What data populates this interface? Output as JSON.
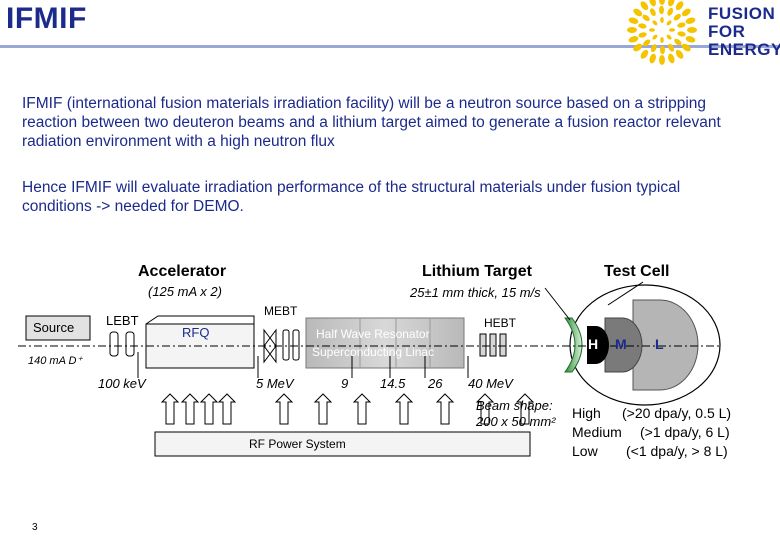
{
  "slide": {
    "title": "IFMIF",
    "paragraph1": "IFMIF (international fusion materials irradiation facility) will be a neutron source based on a stripping reaction between two deuteron beams and a lithium target aimed to generate a fusion reactor relevant radiation environment with a high neutron flux",
    "paragraph2": "Hence IFMIF will evaluate irradiation performance of the structural materials under fusion typical conditions -> needed for DEMO.",
    "page_number": "3"
  },
  "logo": {
    "line1": "FUSION",
    "line2": "FOR",
    "line3": "ENERGY",
    "color": "#f5c400"
  },
  "diagram": {
    "accelerator": "Accelerator",
    "accelerator_sub": "(125 mA x 2)",
    "lithium": "Lithium Target",
    "lithium_sub": "25±1 mm thick, 15 m/s",
    "testcell": "Test Cell",
    "source": "Source",
    "source_current": "140 mA D⁺",
    "lebt": "LEBT",
    "rfq": "RFQ",
    "mebt": "MEBT",
    "linac_line1": "Half Wave Resonator",
    "linac_line2": "Superconducting Linac",
    "hebt": "HEBT",
    "energies": {
      "e1": "100 keV",
      "e2": "5 MeV",
      "e3": "9",
      "e4": "14.5",
      "e5": "26",
      "e6": "40 MeV"
    },
    "beam_shape_line1": "Beam shape:",
    "beam_shape_line2": "200 x 50 mm²",
    "rf_power": "RF Power System",
    "zones": {
      "h": "H",
      "m": "M",
      "l": "L"
    },
    "legend": [
      {
        "name": "High",
        "value": "(>20 dpa/y, 0.5 L)"
      },
      {
        "name": "Medium",
        "value": "(>1 dpa/y, 6 L)"
      },
      {
        "name": "Low",
        "value": "(<1 dpa/y, > 8 L)"
      }
    ]
  }
}
